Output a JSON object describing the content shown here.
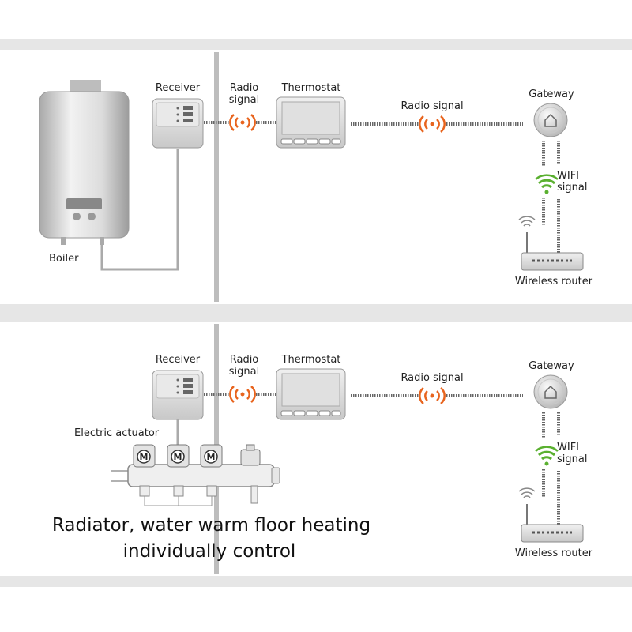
{
  "panel_top": {
    "receiver_label": "Receiver",
    "radio_label": "Radio\nsignal",
    "thermostat_label": "Thermostat",
    "radio_signal_label": "Radio signal",
    "gateway_label": "Gateway",
    "wifi_label": "WIFI\nsignal",
    "router_label": "Wireless router",
    "boiler_label": "Boiler"
  },
  "panel_bottom": {
    "receiver_label": "Receiver",
    "radio_label": "Radio\nsignal",
    "thermostat_label": "Thermostat",
    "radio_signal_label": "Radio signal",
    "gateway_label": "Gateway",
    "wifi_label": "WIFI\nsignal",
    "router_label": "Wireless router",
    "actuator_label": "Electric actuator",
    "actuator_marks": [
      "M",
      "M",
      "M"
    ],
    "caption_line1": "Radiator, water warm floor heating",
    "caption_line2": "individually control"
  },
  "colors": {
    "band": "#e6e6e6",
    "signal_orange": "#e8641e",
    "wifi_green": "#5ab030",
    "device_gray": "#d9d9d9"
  }
}
